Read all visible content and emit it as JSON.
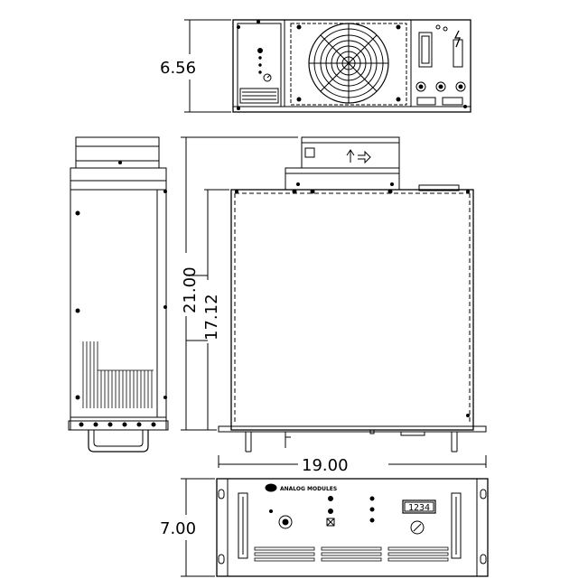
{
  "dimensions": {
    "top_view_height": "6.56",
    "side_height": "21.00",
    "inner_height": "17.12",
    "width": "19.00",
    "front_height": "7.00"
  },
  "front_panel": {
    "brand": "ANALOG MODULES",
    "display_value": "1234"
  }
}
